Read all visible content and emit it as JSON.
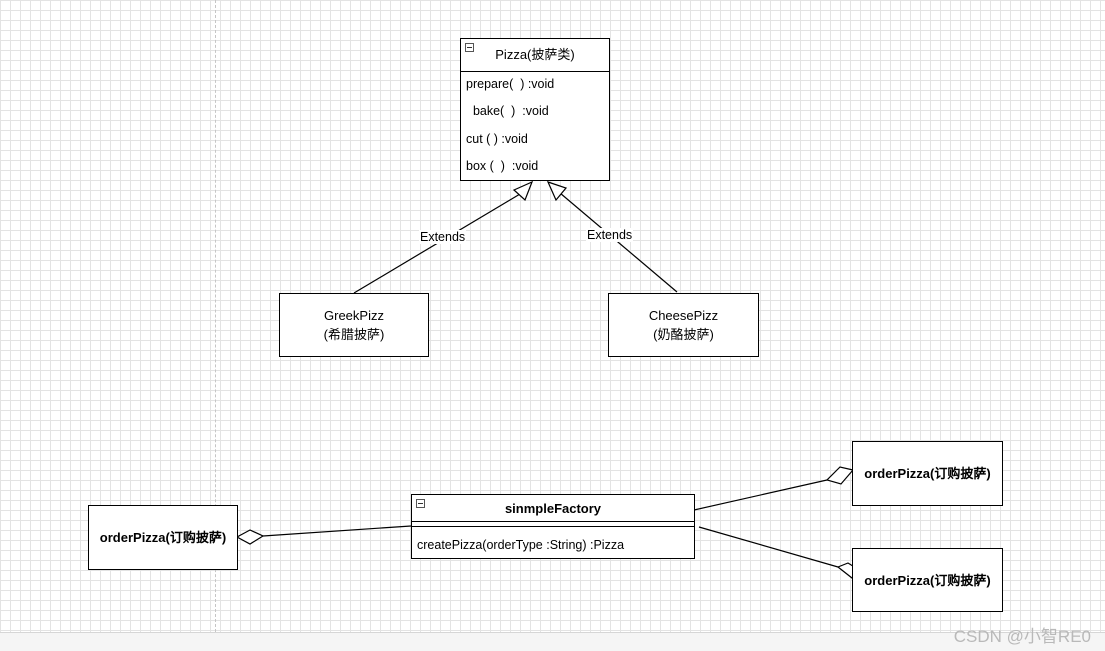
{
  "pizza_class": {
    "title": "Pizza(披萨类)",
    "methods": [
      "prepare(  ) :void",
      "  bake(  )  :void",
      "cut ( ) :void",
      "box (  )  :void"
    ]
  },
  "greek": {
    "line1": "GreekPizz",
    "line2": "(希腊披萨)"
  },
  "cheese": {
    "line1": "CheesePizz",
    "line2": "(奶酪披萨)"
  },
  "edges": {
    "extends_left": "Extends",
    "extends_right": "Extends"
  },
  "factory_class": {
    "title": "sinmpleFactory",
    "method": "createPizza(orderType :String) :Pizza"
  },
  "order_boxes": [
    "orderPizza(订购披萨)",
    "orderPizza(订购披萨)",
    "orderPizza(订购披萨)"
  ],
  "watermark": "CSDN @小智RE0"
}
